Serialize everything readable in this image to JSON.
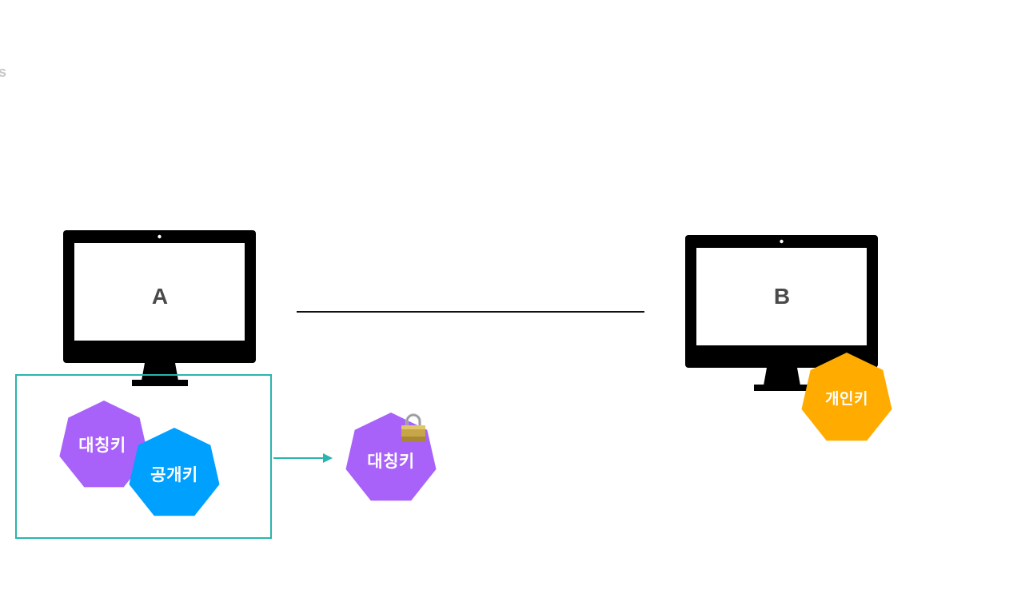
{
  "corner_text": "s",
  "computers": [
    {
      "id": "A",
      "label": "A"
    },
    {
      "id": "B",
      "label": "B"
    }
  ],
  "keys": {
    "symmetric_in_box": "대칭키",
    "public_in_box": "공개키",
    "symmetric_encrypted": "대칭키",
    "private_at_b": "개인키"
  },
  "colors": {
    "symmetric": "#a862fa",
    "public": "#00a0ff",
    "private": "#ffab00",
    "box_border": "#2ab5ad",
    "arrow": "#2ab5ad"
  },
  "icons": {
    "lock": "padlock-icon"
  }
}
